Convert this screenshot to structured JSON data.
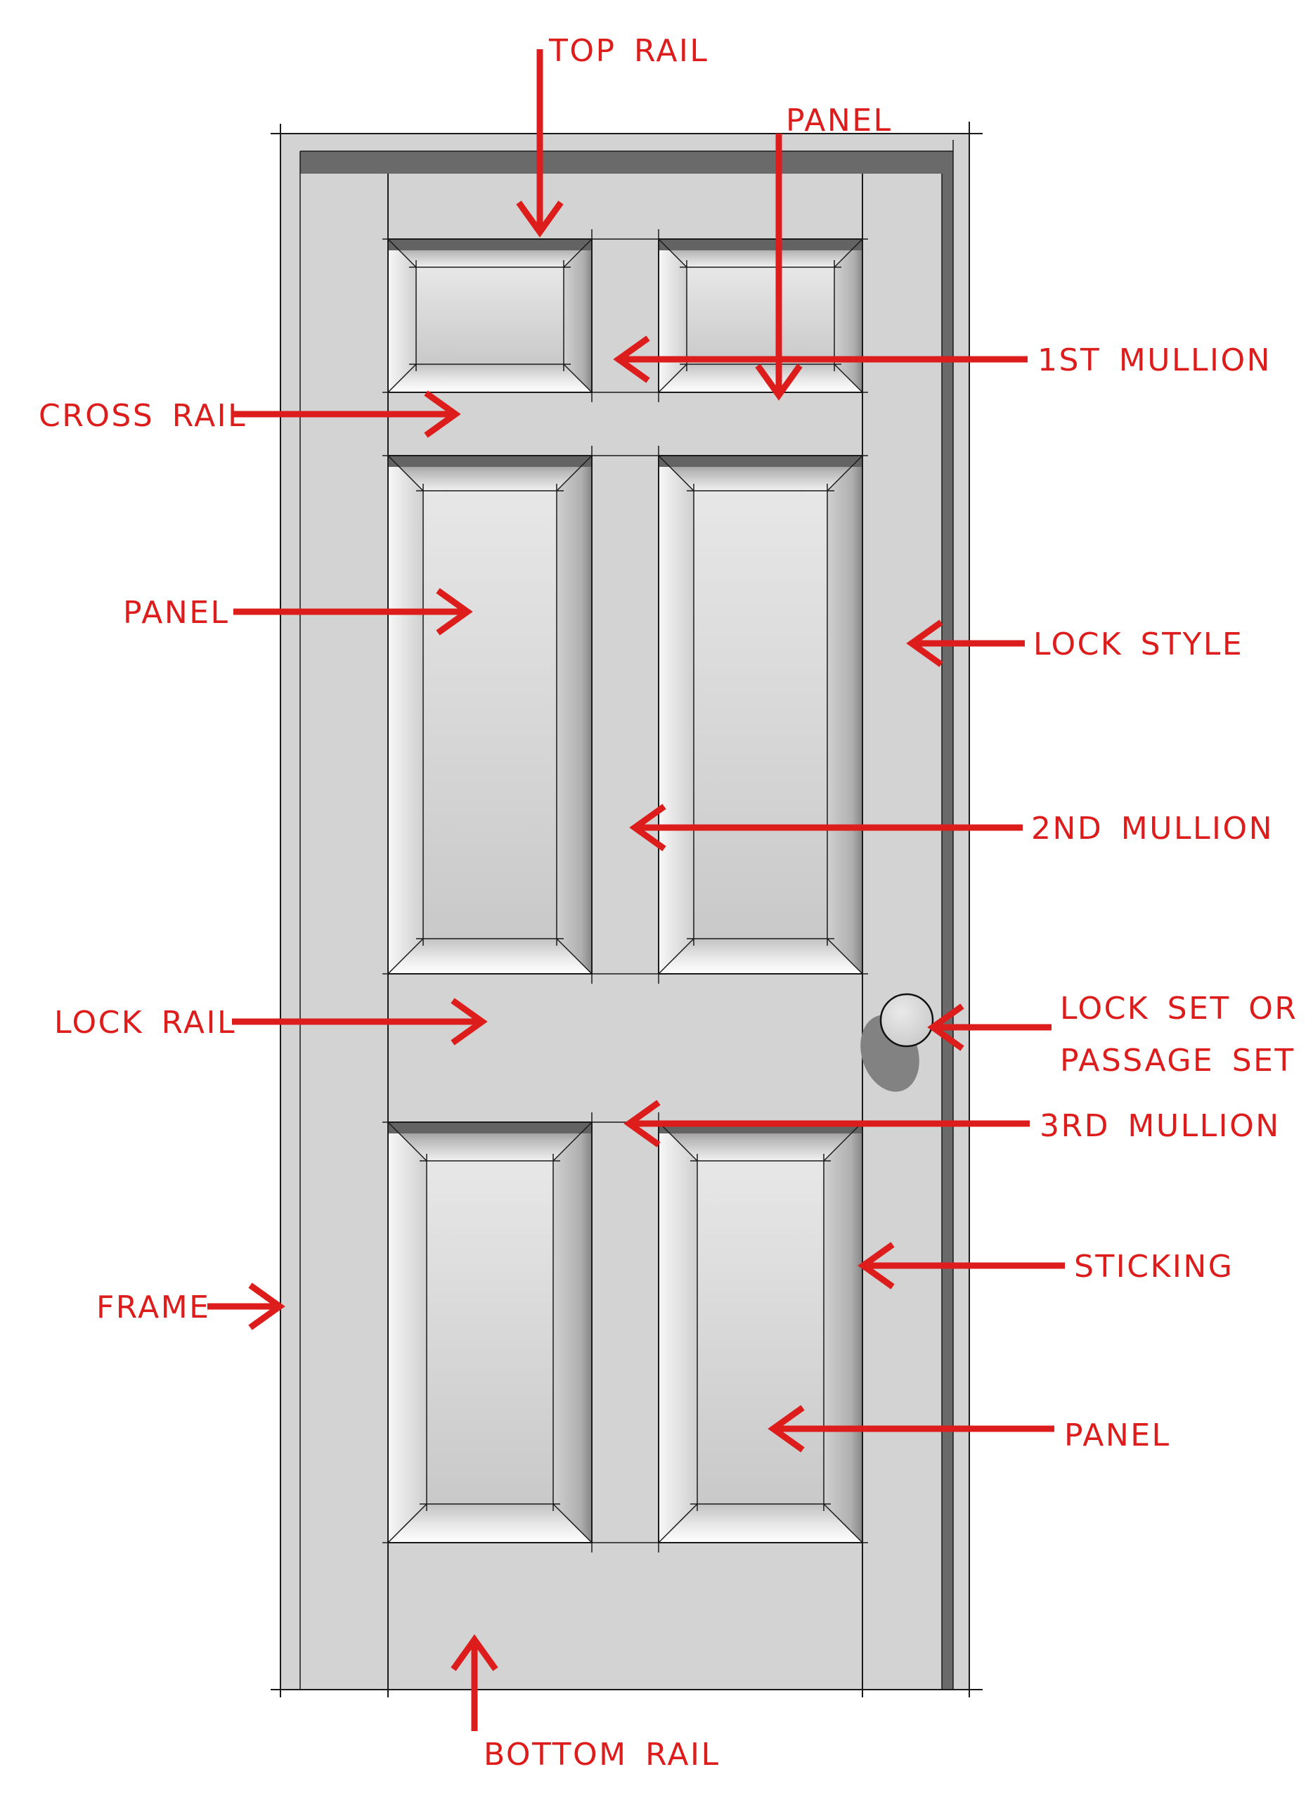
{
  "diagram": {
    "subject": "six-panel door elevation with frame, knob and red callout arrows",
    "background": "#ffffff"
  },
  "colors": {
    "annotation_red": "#dd1c1c",
    "drawing_line": "#1a1a1a",
    "door_face": "#d3d3d3",
    "gap_shadow": "#6a6a6a",
    "panel_field_light": "#e7e7e7",
    "panel_field_dark": "#c9c9c9",
    "bevel_highlight": "#ffffff",
    "bevel_shadow": "#868686",
    "knob_shadow": "#828282"
  },
  "callouts": {
    "top_rail": {
      "label": "TOP RAIL",
      "arrow": "down"
    },
    "panel_top": {
      "label": "PANEL",
      "arrow": "down"
    },
    "first_mullion": {
      "label": "1ST MULLION",
      "arrow": "left"
    },
    "cross_rail": {
      "label": "CROSS RAIL",
      "arrow": "right"
    },
    "panel_middle": {
      "label": "PANEL",
      "arrow": "right"
    },
    "lock_style": {
      "label": "LOCK STYLE",
      "arrow": "left"
    },
    "second_mullion": {
      "label": "2ND MULLION",
      "arrow": "left"
    },
    "lock_rail": {
      "label": "LOCK RAIL",
      "arrow": "right"
    },
    "lock_set": {
      "label_line1": "LOCK SET OR",
      "label_line2": "PASSAGE SET",
      "arrow": "left"
    },
    "third_mullion": {
      "label": "3RD MULLION",
      "arrow": "left"
    },
    "sticking": {
      "label": "STICKING",
      "arrow": "left"
    },
    "frame": {
      "label": "FRAME",
      "arrow": "right"
    },
    "panel_bottom": {
      "label": "PANEL",
      "arrow": "left"
    },
    "bottom_rail": {
      "label": "BOTTOM RAIL",
      "arrow": "up"
    }
  }
}
